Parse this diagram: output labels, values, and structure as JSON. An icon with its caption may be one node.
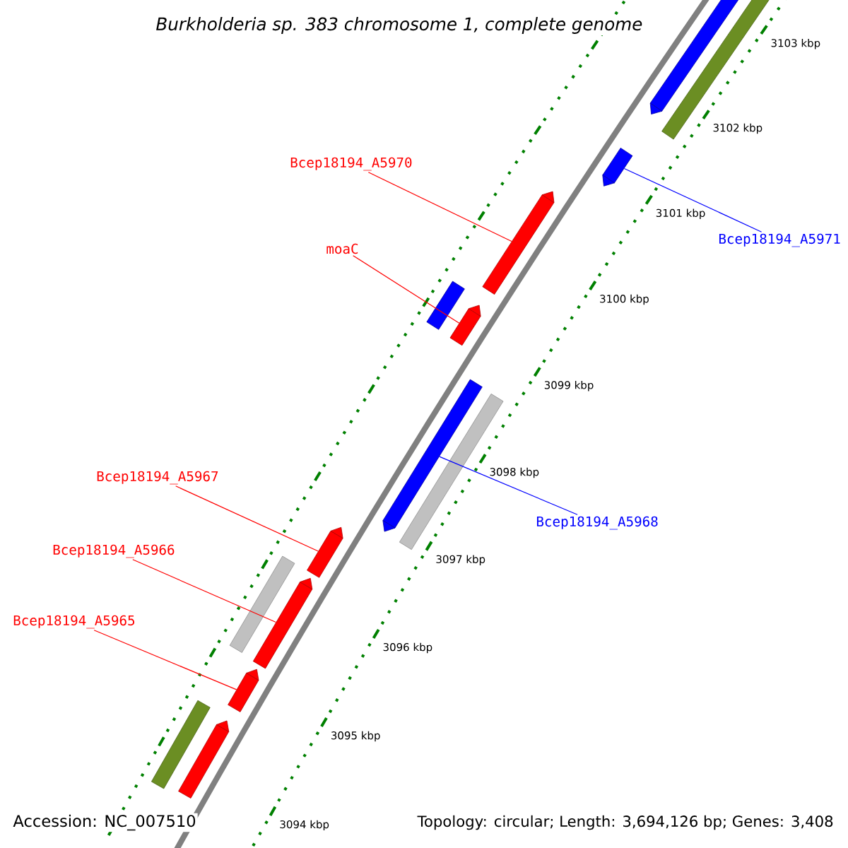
{
  "diagram": {
    "title": "Burkholderia sp. 383 chromosome 1, complete genome",
    "nodes": [
      {
        "text": [
          "Bcep18194_A5970"
        ]
      },
      {
        "text": [
          "moaC"
        ]
      },
      {
        "text": [
          "Bcep18194_A5971"
        ]
      },
      {
        "text": [
          "Bcep18194_A5968"
        ]
      },
      {
        "text": [
          "Bcep18194_A5967"
        ]
      },
      {
        "text": [
          "Bcep18194_A5966"
        ]
      },
      {
        "text": [
          "Bcep18194_A5965"
        ]
      },
      {
        "text": [],
        "shape": "bar"
      },
      {
        "text": [],
        "shape": "bar"
      },
      {
        "text": [],
        "shape": "bar"
      },
      {
        "text": [],
        "shape": "bar"
      },
      {
        "text": [],
        "shape": "bar"
      },
      {
        "text": [],
        "shape": "bar"
      },
      {
        "text": [],
        "shape": "bar"
      },
      {
        "text": [],
        "shape": "bar"
      },
      {
        "text": [],
        "shape": "bar"
      },
      {
        "text": [],
        "shape": "bar"
      },
      {
        "text": [],
        "shape": "bar"
      },
      {
        "text": [],
        "shape": "bar"
      },
      {
        "text": [],
        "shape": "bar"
      },
      {
        "text": [],
        "shape": "bar"
      }
    ],
    "edges": [
      {
        "from": 0,
        "to": 10,
        "arrow": "none"
      },
      {
        "from": 1,
        "to": 12,
        "arrow": "none"
      },
      {
        "from": 2,
        "to": 9,
        "arrow": "none",
        "color": "#0000ff"
      },
      {
        "from": 3,
        "to": 13,
        "arrow": "none",
        "color": "#0000ff"
      },
      {
        "from": 4,
        "to": 15,
        "arrow": "none"
      },
      {
        "from": 5,
        "to": 17,
        "arrow": "none"
      },
      {
        "from": 6,
        "to": 18,
        "arrow": "none"
      }
    ],
    "labels": [
      "3103 kbp",
      "3102 kbp",
      "3101 kbp",
      "3100 kbp",
      "3099 kbp",
      "3098 kbp",
      "3097 kbp",
      "3096 kbp",
      "3095 kbp",
      "3094 kbp",
      "Accession: NC_007510",
      "Topology: circular; Length: 3,694,126 bp; Genes: 3,408"
    ]
  }
}
